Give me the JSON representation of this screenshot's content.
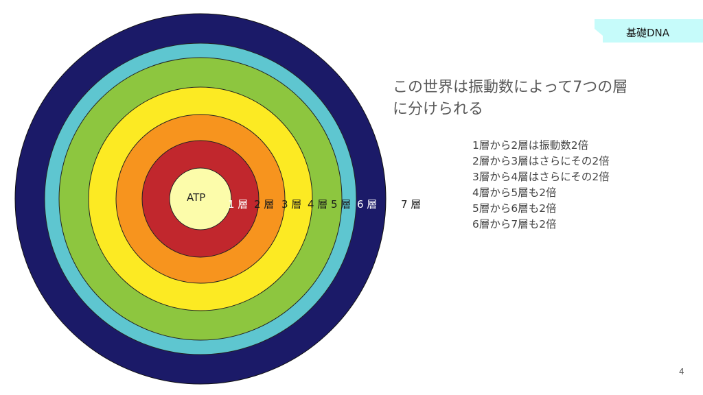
{
  "tag": {
    "label": "基礎DNA"
  },
  "title": {
    "lines": [
      "この世界は振動数によって7つの層",
      "に分けられる"
    ]
  },
  "description": {
    "lines": [
      "1層から2層は振動数2倍",
      "2層から3層はさらにその2倍",
      "3層から4層はさらにその2倍",
      "4層から5層も2倍",
      "5層から6層も2倍",
      "6層から7層も2倍"
    ]
  },
  "diagram": {
    "center_label": "ATP",
    "rings": [
      {
        "label": "7 層",
        "color": "#1b1a68"
      },
      {
        "label": "6 層",
        "color": "#5ec6d0"
      },
      {
        "label": "5 層",
        "color": "#8dc63f"
      },
      {
        "label": "4 層",
        "color": "#fcea23"
      },
      {
        "label": "3 層",
        "color": "#f7941e"
      },
      {
        "label": "2 層",
        "color": "#c1272d"
      },
      {
        "label": "1 層",
        "color": "#c1272d"
      }
    ],
    "center_color": "#fcfcaa"
  },
  "page_number": "4"
}
